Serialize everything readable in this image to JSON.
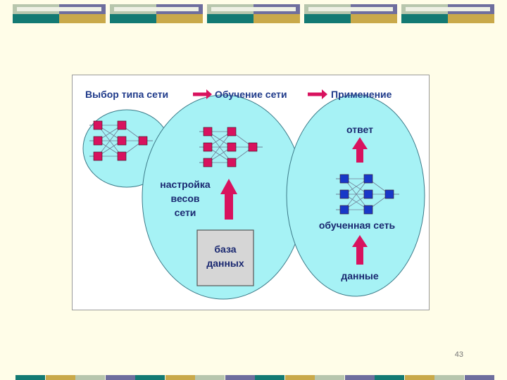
{
  "colors": {
    "page_bg": "#fffde8",
    "ellipse_fill": "#a6f2f5",
    "ellipse_stroke": "#3c7a88",
    "title_text": "#1f3a8a",
    "label_text": "#1a2870",
    "arrow": "#d8125e",
    "node_magenta": "#d8125e",
    "node_blue": "#1838c8",
    "database_fill": "#d6d6d6",
    "band_teal": "#137a73",
    "band_gold": "#c9a94a",
    "band_purple": "#6e6e9e",
    "band_sage": "#b7c6ad"
  },
  "diagram": {
    "steps": [
      "Выбор типа сети",
      "Обучение сети",
      "Применение"
    ],
    "weights_label": [
      "настройка",
      "весов",
      "сети"
    ],
    "database_label": [
      "база",
      "данных"
    ],
    "answer_label": "ответ",
    "trained_net_label": "обученная  сеть",
    "data_label": "данные"
  },
  "slide": {
    "page_number": "43"
  }
}
